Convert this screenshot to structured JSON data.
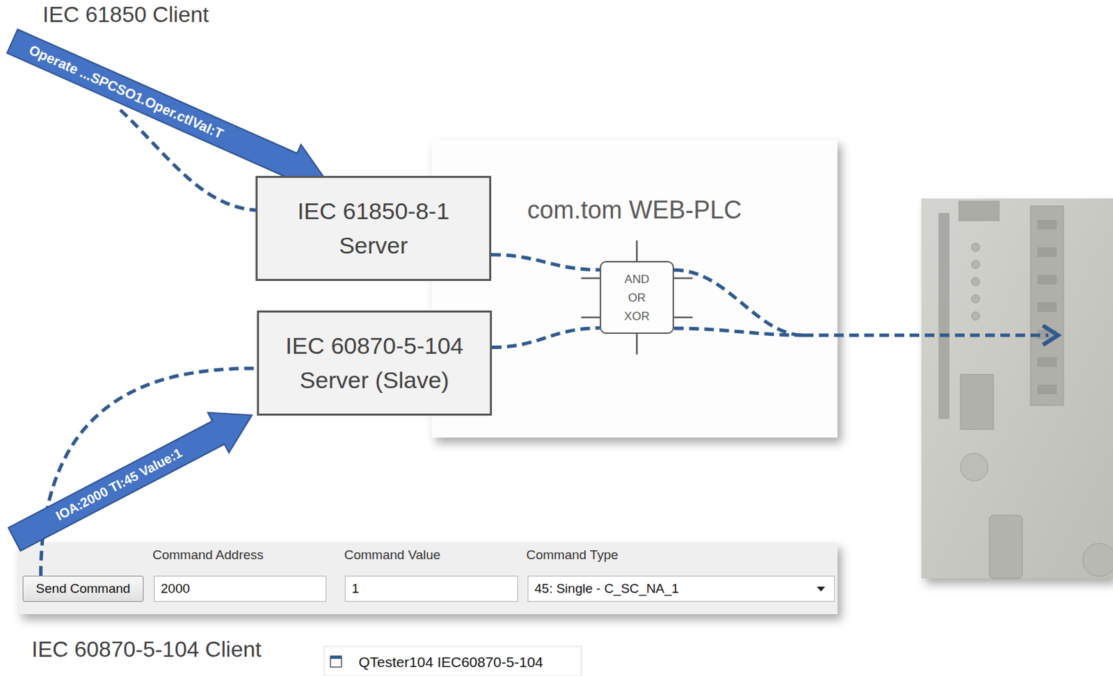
{
  "diagram": {
    "nodes": [
      {
        "text": [
          "IEC 61850-8-1 Server"
        ]
      },
      {
        "text": [
          "com.tom WEB-PLC"
        ]
      },
      {
        "text": [
          "AND OR XOR"
        ],
        "in": 1
      },
      {
        "text": [
          "IEC 60870-5-104 Server (Slave)"
        ]
      },
      {
        "text": [
          "Send Command"
        ]
      },
      {
        "text": [
          "2000"
        ]
      },
      {
        "text": [
          "1"
        ]
      },
      {
        "text": [
          "45: Single - C_SC_NA_1"
        ]
      }
    ],
    "edges": [
      {
        "from": 0,
        "to": 2,
        "arrow": "none"
      },
      {
        "from": 3,
        "to": 2,
        "arrow": "none"
      },
      {
        "from": 4,
        "to": 3,
        "arrow": "none"
      }
    ],
    "labels": [
      "IEC 61850 Client",
      "Operate ...SPCSO1.Oper.ctlVal:T",
      "IOA:2000 TI:45 Value:1",
      "Command Address",
      "Command Value",
      "Command Type",
      "IEC 60870-5-104 Client",
      "QTester104 IEC60870-5-104"
    ]
  }
}
